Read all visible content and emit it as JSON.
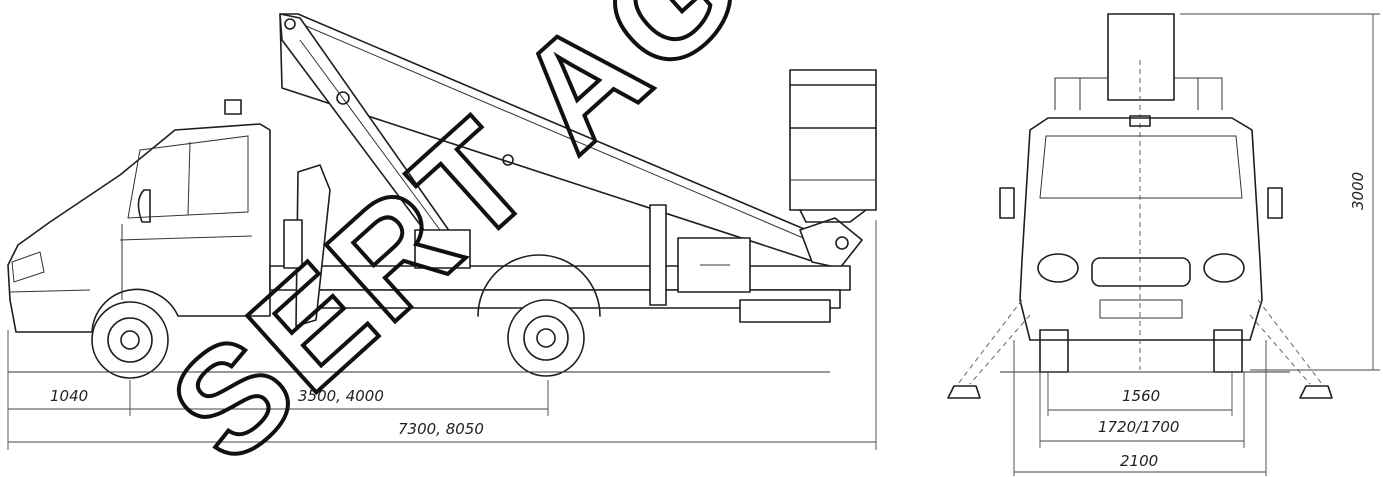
{
  "watermark": "SERT AG",
  "side_view": {
    "dimensions": {
      "front_overhang": "1040",
      "wheelbase": "3500, 4000",
      "overall_length": "7300, 8050"
    }
  },
  "front_view": {
    "dimensions": {
      "height": "3000",
      "track": "1560",
      "outrigger_width": "1720/1700",
      "overall_width": "2100"
    }
  }
}
